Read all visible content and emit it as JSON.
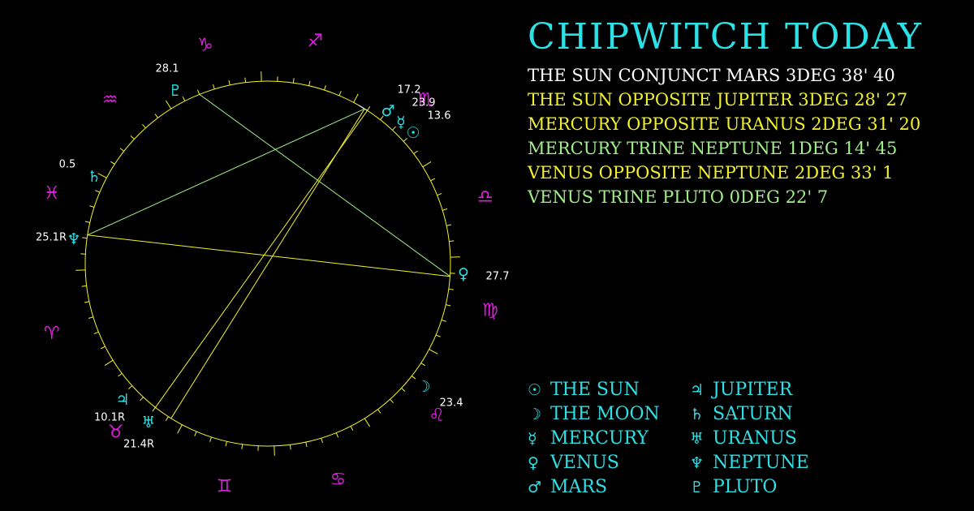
{
  "title": "CHIPWITCH TODAY",
  "colors": {
    "background": "#000000",
    "title": "#2de0e6",
    "planet": "#2de0e6",
    "sign": "#e020e0",
    "circle": "#f2f22a",
    "opposition": "#f2f22a",
    "trine": "#a0ee88",
    "conjunction": "#ffffff",
    "label": "#ffffff"
  },
  "aspects": [
    {
      "text": "THE SUN CONJUNCT MARS 3DEG 38' 40",
      "type": "conjunction",
      "color": "#ffffff"
    },
    {
      "text": "THE SUN OPPOSITE JUPITER 3DEG 28' 27",
      "type": "opposition",
      "color": "#f2f22a"
    },
    {
      "text": "MERCURY OPPOSITE URANUS 2DEG 31' 20",
      "type": "opposition",
      "color": "#f2f22a"
    },
    {
      "text": "MERCURY TRINE NEPTUNE 1DEG 14' 45",
      "type": "trine",
      "color": "#a0ee88"
    },
    {
      "text": "VENUS OPPOSITE NEPTUNE 2DEG 33' 1",
      "type": "opposition",
      "color": "#f2f22a"
    },
    {
      "text": "VENUS TRINE PLUTO 0DEG 22' 7",
      "type": "trine",
      "color": "#a0ee88"
    }
  ],
  "signs": [
    {
      "name": "capricorn",
      "glyph": "♑"
    },
    {
      "name": "sagittarius",
      "glyph": "♐"
    },
    {
      "name": "scorpio",
      "glyph": "♏"
    },
    {
      "name": "libra",
      "glyph": "♎"
    },
    {
      "name": "virgo",
      "glyph": "♍"
    },
    {
      "name": "leo",
      "glyph": "♌"
    },
    {
      "name": "cancer",
      "glyph": "♋"
    },
    {
      "name": "gemini",
      "glyph": "♊"
    },
    {
      "name": "taurus",
      "glyph": "♉"
    },
    {
      "name": "aries",
      "glyph": "♈"
    },
    {
      "name": "pisces",
      "glyph": "♓"
    },
    {
      "name": "aquarius",
      "glyph": "♒"
    }
  ],
  "planets": [
    {
      "name": "mars",
      "glyph": "♂",
      "degree": "17.2"
    },
    {
      "name": "mercury",
      "glyph": "☿",
      "degree": "23.9"
    },
    {
      "name": "sun",
      "glyph": "☉",
      "degree": "13.6"
    },
    {
      "name": "pluto",
      "glyph": "♇",
      "degree": "28.1"
    },
    {
      "name": "saturn",
      "glyph": "♄",
      "degree": "0.5"
    },
    {
      "name": "neptune",
      "glyph": "♆",
      "degree": "25.1R"
    },
    {
      "name": "venus",
      "glyph": "♀",
      "degree": "27.7"
    },
    {
      "name": "moon",
      "glyph": "☽",
      "degree": "23.4"
    },
    {
      "name": "jupiter",
      "glyph": "♃",
      "degree": "10.1R"
    },
    {
      "name": "uranus",
      "glyph": "♅",
      "degree": "21.4R"
    }
  ],
  "legend": [
    {
      "glyph": "☉",
      "name": "THE SUN"
    },
    {
      "glyph": "☽",
      "name": "THE MOON"
    },
    {
      "glyph": "☿",
      "name": "MERCURY"
    },
    {
      "glyph": "♀",
      "name": "VENUS"
    },
    {
      "glyph": "♂",
      "name": "MARS"
    },
    {
      "glyph": "♃",
      "name": "JUPITER"
    },
    {
      "glyph": "♄",
      "name": "SATURN"
    },
    {
      "glyph": "♅",
      "name": "URANUS"
    },
    {
      "glyph": "♆",
      "name": "NEPTUNE"
    },
    {
      "glyph": "♇",
      "name": "PLUTO"
    }
  ]
}
